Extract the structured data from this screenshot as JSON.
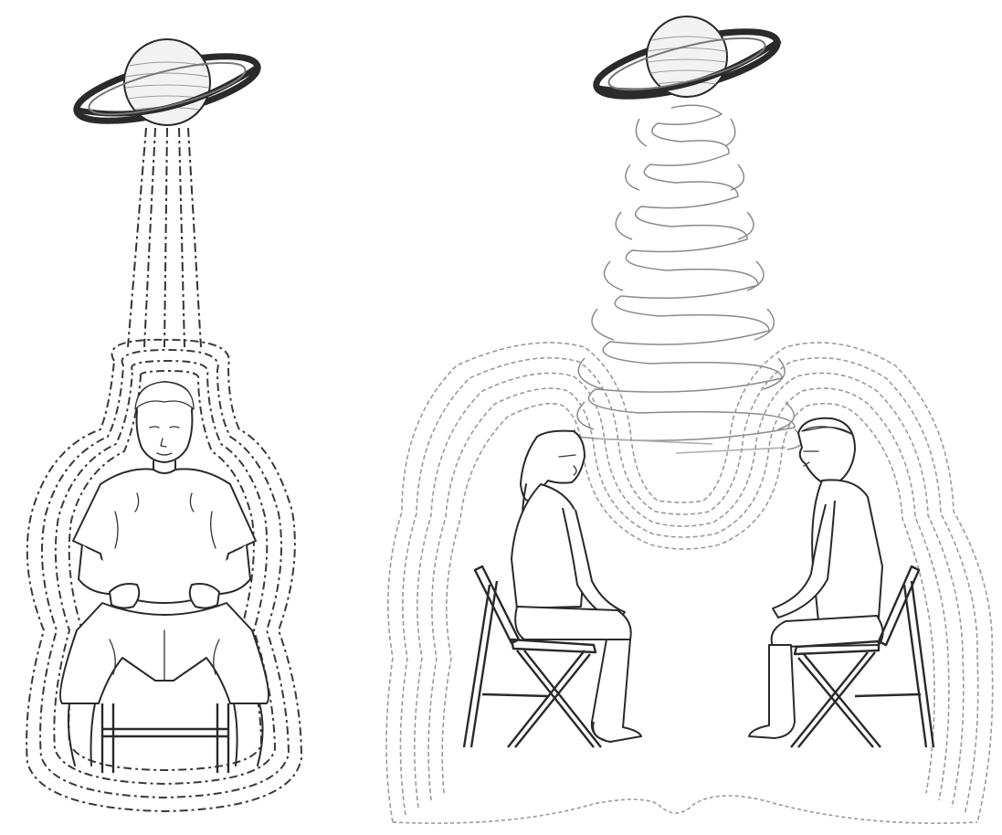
{
  "figure": {
    "panels": [
      {
        "id": "left",
        "elements": [
          "planet-saturn",
          "energy-beam",
          "energy-aura",
          "seated-man",
          "stool"
        ]
      },
      {
        "id": "right",
        "elements": [
          "planet-saturn",
          "energy-spiral",
          "shared-energy-aura",
          "seated-woman",
          "seated-man",
          "folding-chair",
          "folding-chair"
        ]
      }
    ],
    "colors": {
      "background": "#ffffff",
      "ink": "#2a2a2a",
      "aura_light": "#9a9a9a"
    }
  }
}
